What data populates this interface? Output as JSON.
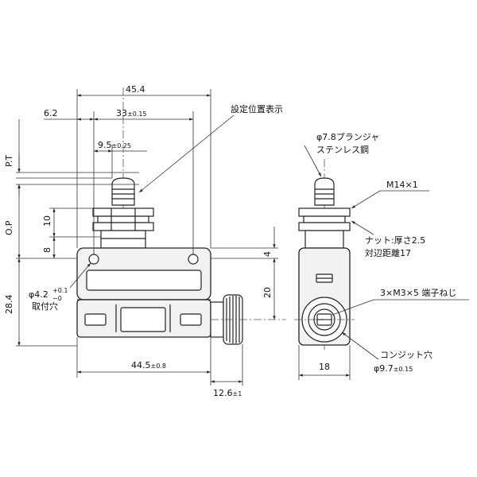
{
  "front_view": {
    "dims": {
      "overall_width": "45.4",
      "left_offset": "6.2",
      "hole_pitch": "33",
      "hole_pitch_tol": "±0.15",
      "plunger_offset": "9.5",
      "plunger_offset_tol": "±0.25",
      "pt_label": "P.T",
      "op_label": "O.P",
      "nut_height": "10",
      "collar_height": "8",
      "body_height": "28.4",
      "base_width": "44.5",
      "base_width_tol": "±0.8",
      "conduit_length": "12.6",
      "conduit_length_tol": "±1",
      "top_margin": "4",
      "terminal_height": "20"
    },
    "labels": {
      "set_position": "設定位置表示",
      "hole_dia": "φ4.2",
      "hole_tol_upper": "+0.1",
      "hole_tol_lower": "−0",
      "hole_desc": "取付穴"
    }
  },
  "side_view": {
    "labels": {
      "plunger_line1": "φ7.8プランジャ",
      "plunger_line2": "ステンレス鋼",
      "thread": "M14×1",
      "nut_line1": "ナット:厚さ2.5",
      "nut_line2": "対辺距離17",
      "terminal_screw": "3×M3×5 端子ねじ",
      "conduit_line1": "コンジット穴",
      "conduit_dia": "φ9.7",
      "conduit_dia_tol": "±0.15",
      "width": "18"
    }
  }
}
